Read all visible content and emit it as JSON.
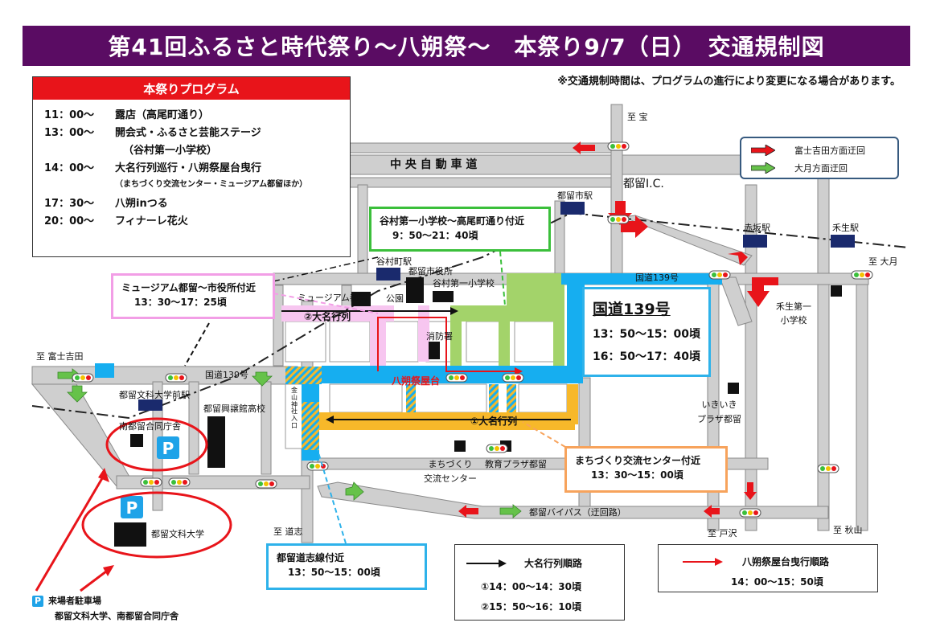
{
  "title": "第41回ふるさと時代祭り〜八朔祭〜　本祭り9/7（日）　交通規制図",
  "note": "※交通規制時間は、プログラムの進行により変更になる場合があります。",
  "program": {
    "header": "本祭りプログラム",
    "items": [
      {
        "time": "11：00〜",
        "text": "露店（高尾町通り）",
        "sub": ""
      },
      {
        "time": "13：00〜",
        "text": "開会式・ふるさと芸能ステージ",
        "sub": "（谷村第一小学校）"
      },
      {
        "time": "14：00〜",
        "text": "大名行列巡行・八朔祭屋台曳行",
        "sub": "（まちづくり交流センター・ミュージアム都留ほか）"
      },
      {
        "time": "17：30〜",
        "text": "八朔inつる",
        "sub": ""
      },
      {
        "time": "20：00〜",
        "text": "フィナーレ花火",
        "sub": ""
      }
    ]
  },
  "legend": {
    "items": [
      {
        "label": "富士吉田方面迂回",
        "color": "#e8141a"
      },
      {
        "label": "大月方面迂回",
        "color": "#66c24a"
      }
    ]
  },
  "zones": {
    "tanimura": {
      "title": "谷村第一小学校〜高尾町通り付近",
      "time": "9：50〜21：40頃",
      "color": "#3bbf3b"
    },
    "museum": {
      "title": "ミュージアム都留〜市役所付近",
      "time": "13：30〜17：25頃",
      "color": "#f29ee6"
    },
    "machi": {
      "title": "まちづくり交流センター付近",
      "time": "13：30〜15：00頃",
      "color": "#f7a35c"
    },
    "doshi": {
      "title": "都留道志線付近",
      "time": "13：50〜15：00頃",
      "color": "#2eb2ea"
    }
  },
  "kokudo": {
    "title": "国道139号",
    "times": [
      "13：50〜15：00頃",
      "16：50〜17：40頃"
    ]
  },
  "route_box": {
    "label": "大名行列順路",
    "times": [
      "①14：00〜14：30頃",
      "②15：50〜16：10頃"
    ]
  },
  "float_box": {
    "label": "八朔祭屋台曳行順路",
    "time": "14：00〜15：50頃"
  },
  "parking": {
    "badge": "P",
    "title": "来場者駐車場",
    "places": "都留文科大学、南都留合同庁舎"
  },
  "map_labels": {
    "to_takara": "至 宝",
    "expressway": "中 央 自 動 車 道",
    "tsuru_ic": "都留I.C.",
    "tsurushi_st": "都留市駅",
    "akasaka_st": "赤坂駅",
    "ryuge_st": "禾生駅",
    "to_otsuki": "至 大月",
    "route139_a": "国道139号",
    "route139_b": "国道139号",
    "yamura_st": "谷村町駅",
    "city_hall": "都留市役所",
    "tanimura_school": "谷村第一小学校",
    "museum": "ミュージアム都留",
    "park": "公園",
    "fire_station": "消防署",
    "ryuge_school": "禾生第一\n小学校",
    "to_fujiyoshida": "至 富士吉田",
    "bunka_univ_st": "都留文科大学前駅",
    "kojokan": "都留興譲館高校",
    "minami_office": "南都留合同庁舎",
    "parade2": "②大名行列",
    "float": "八朔祭屋台",
    "parade1": "①大名行列",
    "kanayama": "金山神社入口",
    "ikiiki": "いきいき\nプラザ都留",
    "machizukuri": "まちづくり\n交流センター",
    "kyoiku": "教育プラザ都留",
    "bypass": "都留バイパス（迂回路）",
    "to_doshi": "至 道志",
    "to_tozawa": "至 戸沢",
    "to_akiyama": "至 秋山",
    "bunka_univ": "都留文科大学"
  }
}
